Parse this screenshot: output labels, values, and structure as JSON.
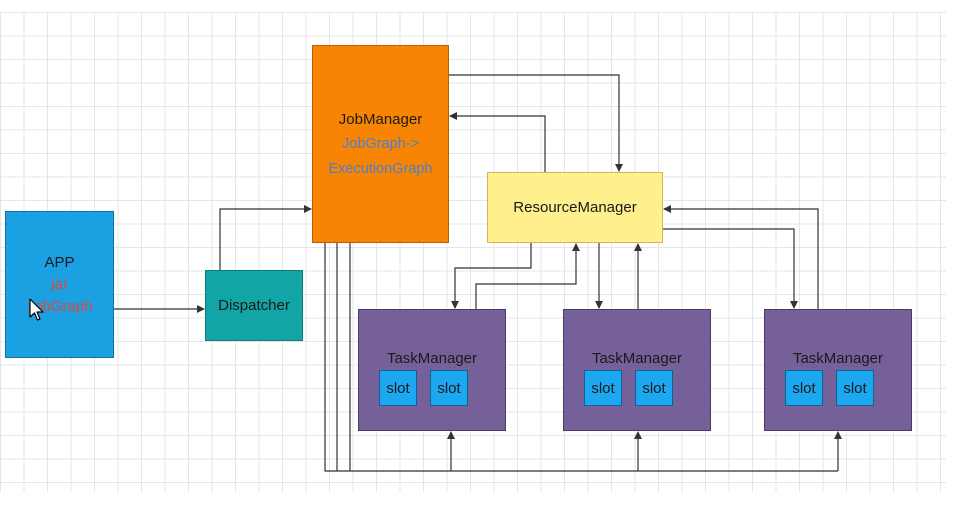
{
  "app": {
    "title": "APP",
    "line2": "jar",
    "line3": "JobGraph"
  },
  "dispatcher": {
    "label": "Dispatcher"
  },
  "job_manager": {
    "title": "JobManager",
    "line2": "JobGraph->",
    "line3": "ExecutionGraph"
  },
  "resource_manager": {
    "label": "ResourceManager"
  },
  "task_managers": [
    {
      "label": "TaskManager",
      "slots": [
        "slot",
        "slot"
      ]
    },
    {
      "label": "TaskManager",
      "slots": [
        "slot",
        "slot"
      ]
    },
    {
      "label": "TaskManager",
      "slots": [
        "slot",
        "slot"
      ]
    }
  ],
  "colors": {
    "app": "#1ba1e2",
    "dispatcher": "#11a5a5",
    "job_manager": "#f78503",
    "resource_manager": "#ffef8d",
    "task_manager": "#76609a",
    "slot": "#1ba8f0",
    "edge": "#333333"
  }
}
